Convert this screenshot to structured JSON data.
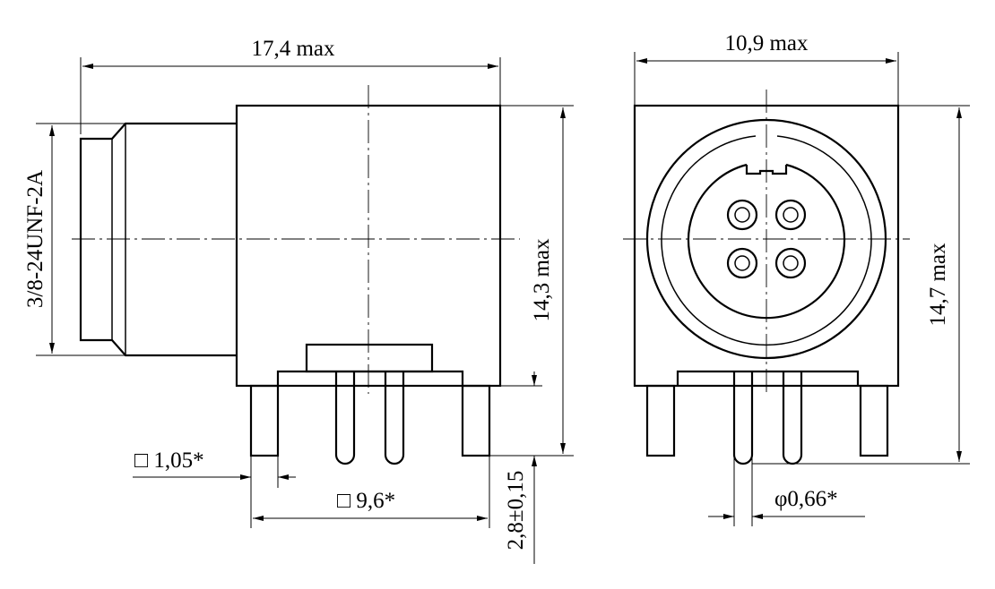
{
  "views": {
    "side": {
      "width_label": "17,4 max",
      "height_label": "14,3 max",
      "thread_label": "3/8-24UNF-2A",
      "pin_square_label": "□ 1,05*",
      "pin_spacing_label": "□ 9,6*",
      "pin_length_label": "2,8±0,15"
    },
    "front": {
      "width_label": "10,9 max",
      "height_label": "14,7 max",
      "pin_diameter_label": "φ0,66*"
    }
  }
}
